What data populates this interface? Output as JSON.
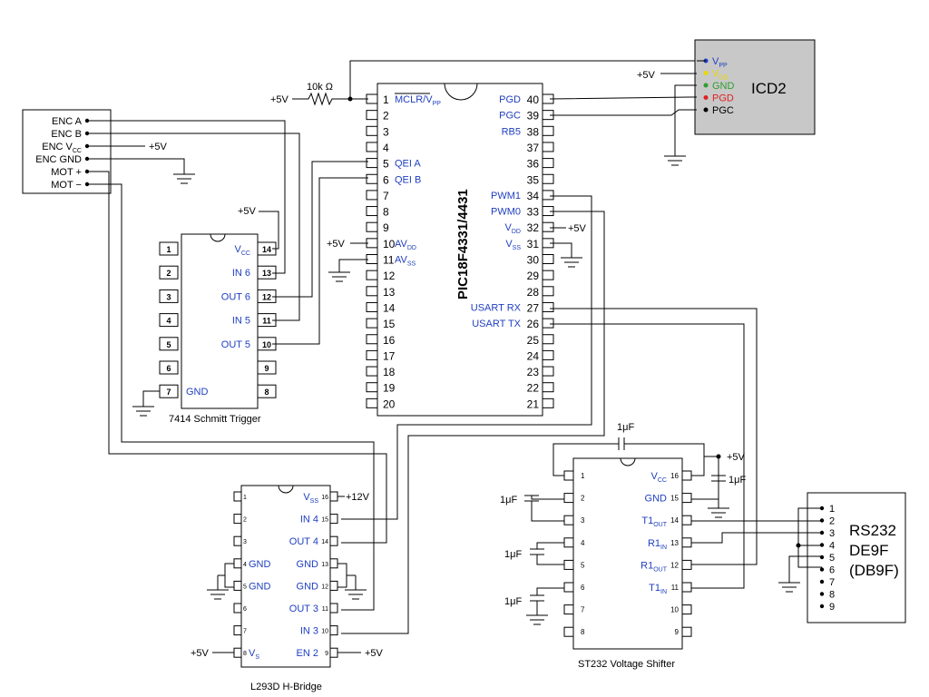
{
  "pic": {
    "name": "PIC18F4331/4431",
    "resistor": "10k Ω",
    "pins_left": [
      {
        "n": "1",
        "l": "MCLR/V",
        "s": "PP"
      },
      {
        "n": "2",
        "l": "",
        "s": ""
      },
      {
        "n": "3",
        "l": "",
        "s": ""
      },
      {
        "n": "4",
        "l": "",
        "s": ""
      },
      {
        "n": "5",
        "l": "QEI A",
        "s": ""
      },
      {
        "n": "6",
        "l": "QEI B",
        "s": ""
      },
      {
        "n": "7",
        "l": "",
        "s": ""
      },
      {
        "n": "8",
        "l": "",
        "s": ""
      },
      {
        "n": "9",
        "l": "",
        "s": ""
      },
      {
        "n": "10",
        "l": "AV",
        "s": "DD"
      },
      {
        "n": "11",
        "l": "AV",
        "s": "SS"
      },
      {
        "n": "12",
        "l": "",
        "s": ""
      },
      {
        "n": "13",
        "l": "",
        "s": ""
      },
      {
        "n": "14",
        "l": "",
        "s": ""
      },
      {
        "n": "15",
        "l": "",
        "s": ""
      },
      {
        "n": "16",
        "l": "",
        "s": ""
      },
      {
        "n": "17",
        "l": "",
        "s": ""
      },
      {
        "n": "18",
        "l": "",
        "s": ""
      },
      {
        "n": "19",
        "l": "",
        "s": ""
      },
      {
        "n": "20",
        "l": "",
        "s": ""
      }
    ],
    "pins_right": [
      {
        "n": "40",
        "l": "PGD",
        "s": ""
      },
      {
        "n": "39",
        "l": "PGC",
        "s": ""
      },
      {
        "n": "38",
        "l": "RB5",
        "s": ""
      },
      {
        "n": "37",
        "l": "",
        "s": ""
      },
      {
        "n": "36",
        "l": "",
        "s": ""
      },
      {
        "n": "35",
        "l": "",
        "s": ""
      },
      {
        "n": "34",
        "l": "PWM1",
        "s": ""
      },
      {
        "n": "33",
        "l": "PWM0",
        "s": ""
      },
      {
        "n": "32",
        "l": "V",
        "s": "DD"
      },
      {
        "n": "31",
        "l": "V",
        "s": "SS"
      },
      {
        "n": "30",
        "l": "",
        "s": ""
      },
      {
        "n": "29",
        "l": "",
        "s": ""
      },
      {
        "n": "28",
        "l": "",
        "s": ""
      },
      {
        "n": "27",
        "l": "USART RX",
        "s": ""
      },
      {
        "n": "26",
        "l": "USART TX",
        "s": ""
      },
      {
        "n": "25",
        "l": "",
        "s": ""
      },
      {
        "n": "24",
        "l": "",
        "s": ""
      },
      {
        "n": "23",
        "l": "",
        "s": ""
      },
      {
        "n": "22",
        "l": "",
        "s": ""
      },
      {
        "n": "21",
        "l": "",
        "s": ""
      }
    ]
  },
  "icd2": {
    "name": "ICD2",
    "pins": [
      {
        "l": "V",
        "s": "PP",
        "color": "#1f3fbf"
      },
      {
        "l": "V",
        "s": "DD",
        "color": "#e8d800"
      },
      {
        "l": "GND",
        "s": "",
        "color": "#2e9e2e"
      },
      {
        "l": "PGD",
        "s": "",
        "color": "#e02020"
      },
      {
        "l": "PGC",
        "s": "",
        "color": "#000000"
      }
    ]
  },
  "encoder": {
    "pins": [
      {
        "l": "ENC A",
        "s": ""
      },
      {
        "l": "ENC B",
        "s": ""
      },
      {
        "l": "ENC V",
        "s": "CC"
      },
      {
        "l": "ENC GND",
        "s": ""
      },
      {
        "l": "MOT +",
        "s": ""
      },
      {
        "l": "MOT −",
        "s": ""
      }
    ]
  },
  "schmitt": {
    "caption": "7414 Schmitt Trigger",
    "left": [
      {
        "n": "1",
        "l": ""
      },
      {
        "n": "2",
        "l": ""
      },
      {
        "n": "3",
        "l": ""
      },
      {
        "n": "4",
        "l": ""
      },
      {
        "n": "5",
        "l": ""
      },
      {
        "n": "6",
        "l": ""
      },
      {
        "n": "7",
        "l": "GND"
      }
    ],
    "right": [
      {
        "n": "14",
        "l": "V",
        "s": "CC"
      },
      {
        "n": "13",
        "l": "IN 6",
        "s": ""
      },
      {
        "n": "12",
        "l": "OUT 6",
        "s": ""
      },
      {
        "n": "11",
        "l": "IN 5",
        "s": ""
      },
      {
        "n": "10",
        "l": "OUT 5",
        "s": ""
      },
      {
        "n": "9",
        "l": "",
        "s": ""
      },
      {
        "n": "8",
        "l": "",
        "s": ""
      }
    ]
  },
  "hbridge": {
    "caption": "L293D H-Bridge",
    "left": [
      {
        "n": "1",
        "l": "",
        "s": ""
      },
      {
        "n": "2",
        "l": "",
        "s": ""
      },
      {
        "n": "3",
        "l": "",
        "s": ""
      },
      {
        "n": "4",
        "l": "GND",
        "s": ""
      },
      {
        "n": "5",
        "l": "GND",
        "s": ""
      },
      {
        "n": "6",
        "l": "",
        "s": ""
      },
      {
        "n": "7",
        "l": "",
        "s": ""
      },
      {
        "n": "8",
        "l": "V",
        "s": "S"
      }
    ],
    "right": [
      {
        "n": "16",
        "l": "V",
        "s": "SS"
      },
      {
        "n": "15",
        "l": "IN 4",
        "s": ""
      },
      {
        "n": "14",
        "l": "OUT 4",
        "s": ""
      },
      {
        "n": "13",
        "l": "GND",
        "s": ""
      },
      {
        "n": "12",
        "l": "GND",
        "s": ""
      },
      {
        "n": "11",
        "l": "OUT 3",
        "s": ""
      },
      {
        "n": "10",
        "l": "IN 3",
        "s": ""
      },
      {
        "n": "9",
        "l": "EN 2",
        "s": ""
      }
    ],
    "vss_supply": "+12V"
  },
  "st232": {
    "caption": "ST232 Voltage Shifter",
    "left": [
      {
        "n": "1"
      },
      {
        "n": "2"
      },
      {
        "n": "3"
      },
      {
        "n": "4"
      },
      {
        "n": "5"
      },
      {
        "n": "6"
      },
      {
        "n": "7"
      },
      {
        "n": "8"
      }
    ],
    "right": [
      {
        "n": "16",
        "l": "V",
        "s": "CC"
      },
      {
        "n": "15",
        "l": "GND",
        "s": ""
      },
      {
        "n": "14",
        "l": "T1",
        "s": "OUT"
      },
      {
        "n": "13",
        "l": "R1",
        "s": "IN"
      },
      {
        "n": "12",
        "l": "R1",
        "s": "OUT"
      },
      {
        "n": "11",
        "l": "T1",
        "s": "IN"
      },
      {
        "n": "10",
        "l": "",
        "s": ""
      },
      {
        "n": "9",
        "l": "",
        "s": ""
      }
    ],
    "cap": "1μF"
  },
  "rs232": {
    "title_lines": [
      "RS232",
      "DE9F",
      "(DB9F)"
    ],
    "pins": [
      "1",
      "2",
      "3",
      "4",
      "5",
      "6",
      "7",
      "8",
      "9"
    ]
  },
  "supplies": {
    "p5": "+5V"
  }
}
